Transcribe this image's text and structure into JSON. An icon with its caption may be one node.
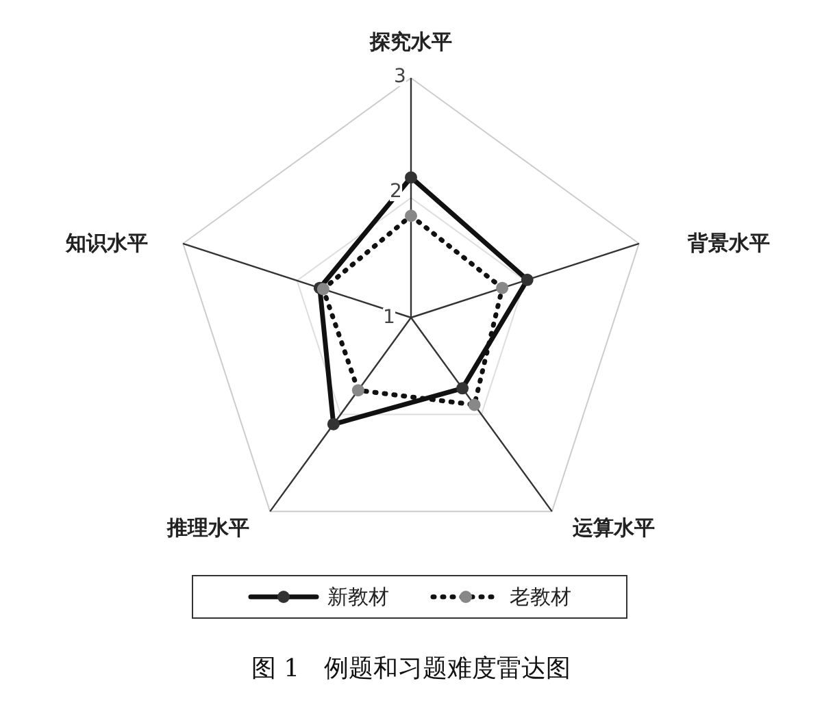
{
  "diagram": {
    "caption": "图 1　例题和习题难度雷达图",
    "labels": [
      "探究水平",
      "背景水平",
      "运算水平",
      "推理水平",
      "知识水平",
      "3",
      "2",
      "1"
    ],
    "legend": [
      {
        "text": "新教材"
      },
      {
        "text": "老教材"
      }
    ]
  }
}
